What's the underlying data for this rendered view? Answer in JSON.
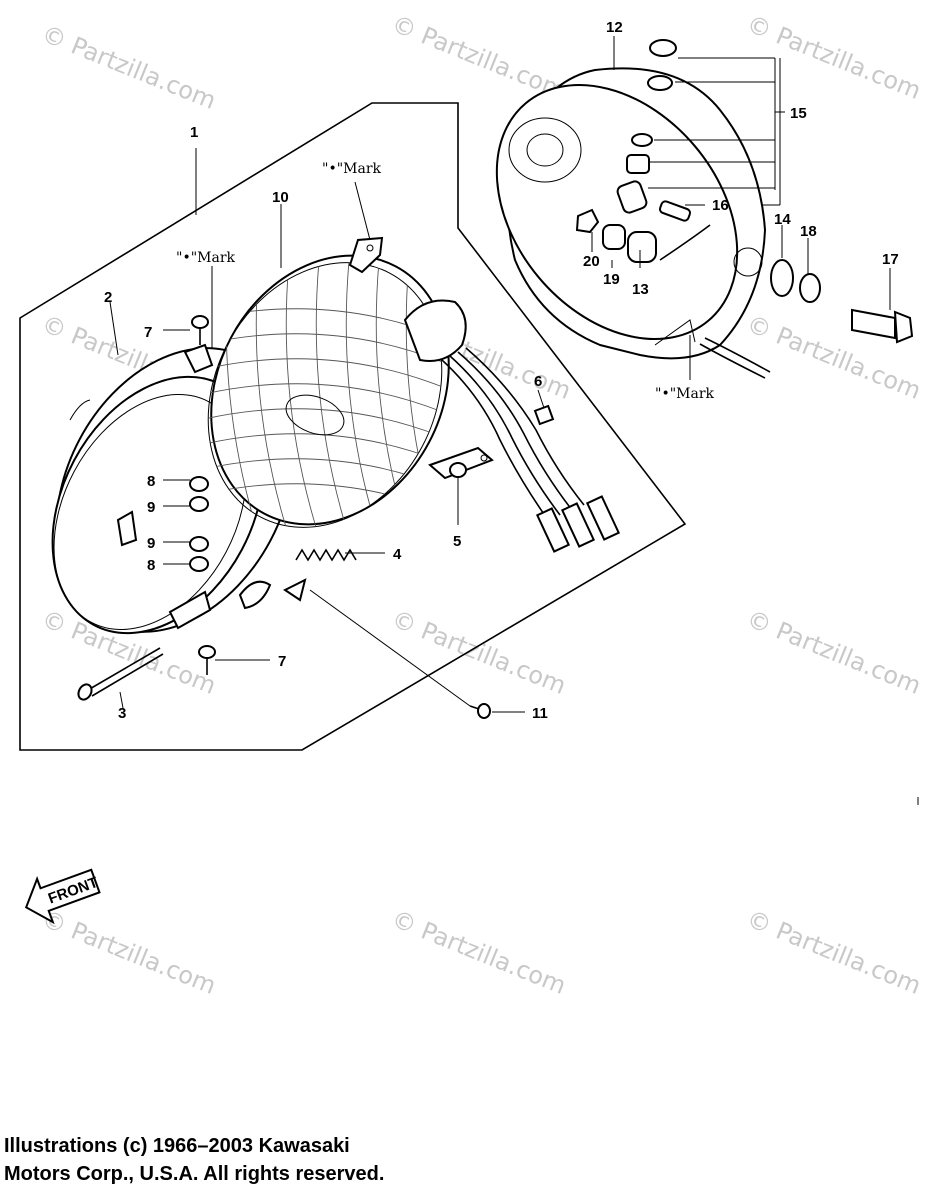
{
  "watermark": "© Partzilla.com",
  "mark_label": "\"•\"Mark",
  "front_label": "FRONT",
  "callouts": [
    "1",
    "2",
    "3",
    "4",
    "5",
    "6",
    "7",
    "7",
    "8",
    "9",
    "9",
    "8",
    "10",
    "11",
    "12",
    "13",
    "14",
    "15",
    "16",
    "17",
    "18",
    "19",
    "20"
  ],
  "copyright": {
    "line1": "Illustrations (c) 1966–2003 Kawasaki",
    "line2": "Motors Corp., U.S.A.  All rights reserved."
  }
}
